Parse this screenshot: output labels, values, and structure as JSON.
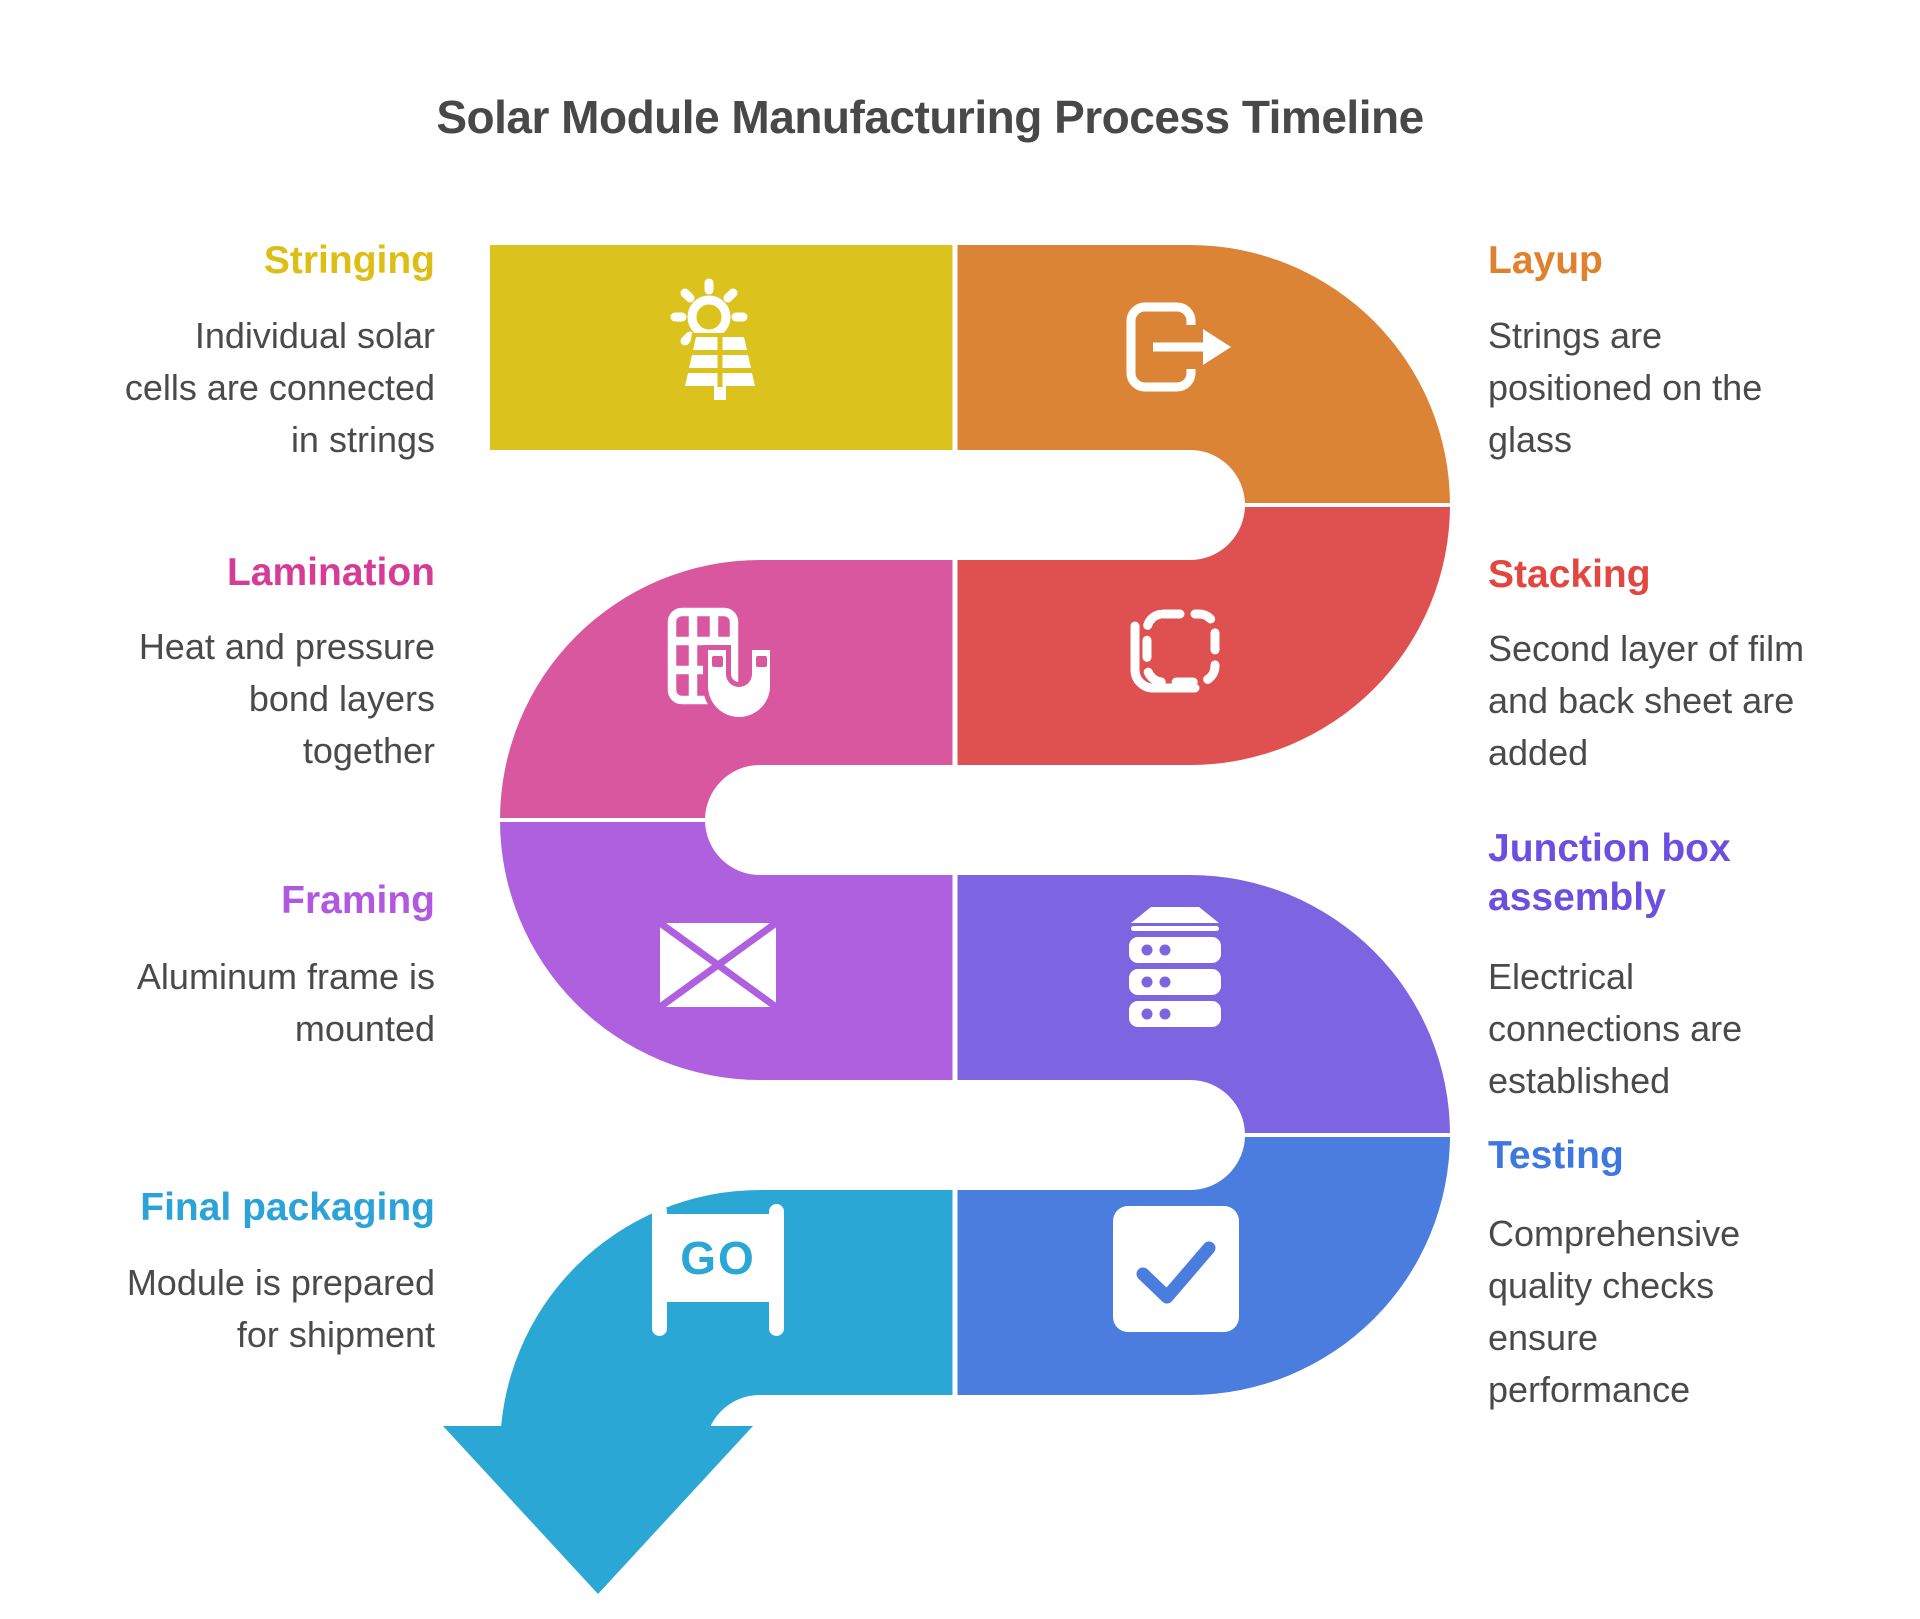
{
  "title": "Solar Module Manufacturing Process Timeline",
  "title_color": "#484848",
  "body_text_color": "#4a4a4a",
  "steps": [
    {
      "name": "Stringing",
      "heading_color": "#dcbe14",
      "color": "#dcc21d",
      "desc": "Individual solar\ncells are connected\nin strings",
      "icon": "solar-panel-sun-icon",
      "side": "left"
    },
    {
      "name": "Layup",
      "heading_color": "#e0812d",
      "color": "#dc8435",
      "desc": "Strings are\npositioned on the\nglass",
      "icon": "export-arrow-icon",
      "side": "right"
    },
    {
      "name": "Stacking",
      "heading_color": "#e2463f",
      "color": "#de5150",
      "desc": "Second layer of film\nand back sheet are\nadded",
      "icon": "dashed-selection-icon",
      "side": "right"
    },
    {
      "name": "Lamination",
      "heading_color": "#d63b95",
      "color": "#d9579f",
      "desc": "Heat and pressure\nbond layers\ntogether",
      "icon": "grid-magnet-icon",
      "side": "left"
    },
    {
      "name": "Framing",
      "heading_color": "#b158e1",
      "color": "#ae60de",
      "desc": "Aluminum frame is\nmounted",
      "icon": "frame-cross-icon",
      "side": "left"
    },
    {
      "name": "Junction box\nassembly",
      "heading_color": "#6b50e0",
      "color": "#7d64e0",
      "desc": "Electrical\nconnections are\nestablished",
      "icon": "server-stack-icon",
      "side": "right"
    },
    {
      "name": "Testing",
      "heading_color": "#3e78df",
      "color": "#4a7ddd",
      "desc": "Comprehensive\nquality checks\nensure\nperformance",
      "icon": "checkbox-icon",
      "side": "right"
    },
    {
      "name": "Final packaging",
      "heading_color": "#2ba3d9",
      "color": "#2ba7d6",
      "desc": "Module is prepared\nfor shipment",
      "icon": "go-banner-icon",
      "go_label": "GO",
      "side": "left"
    }
  ]
}
